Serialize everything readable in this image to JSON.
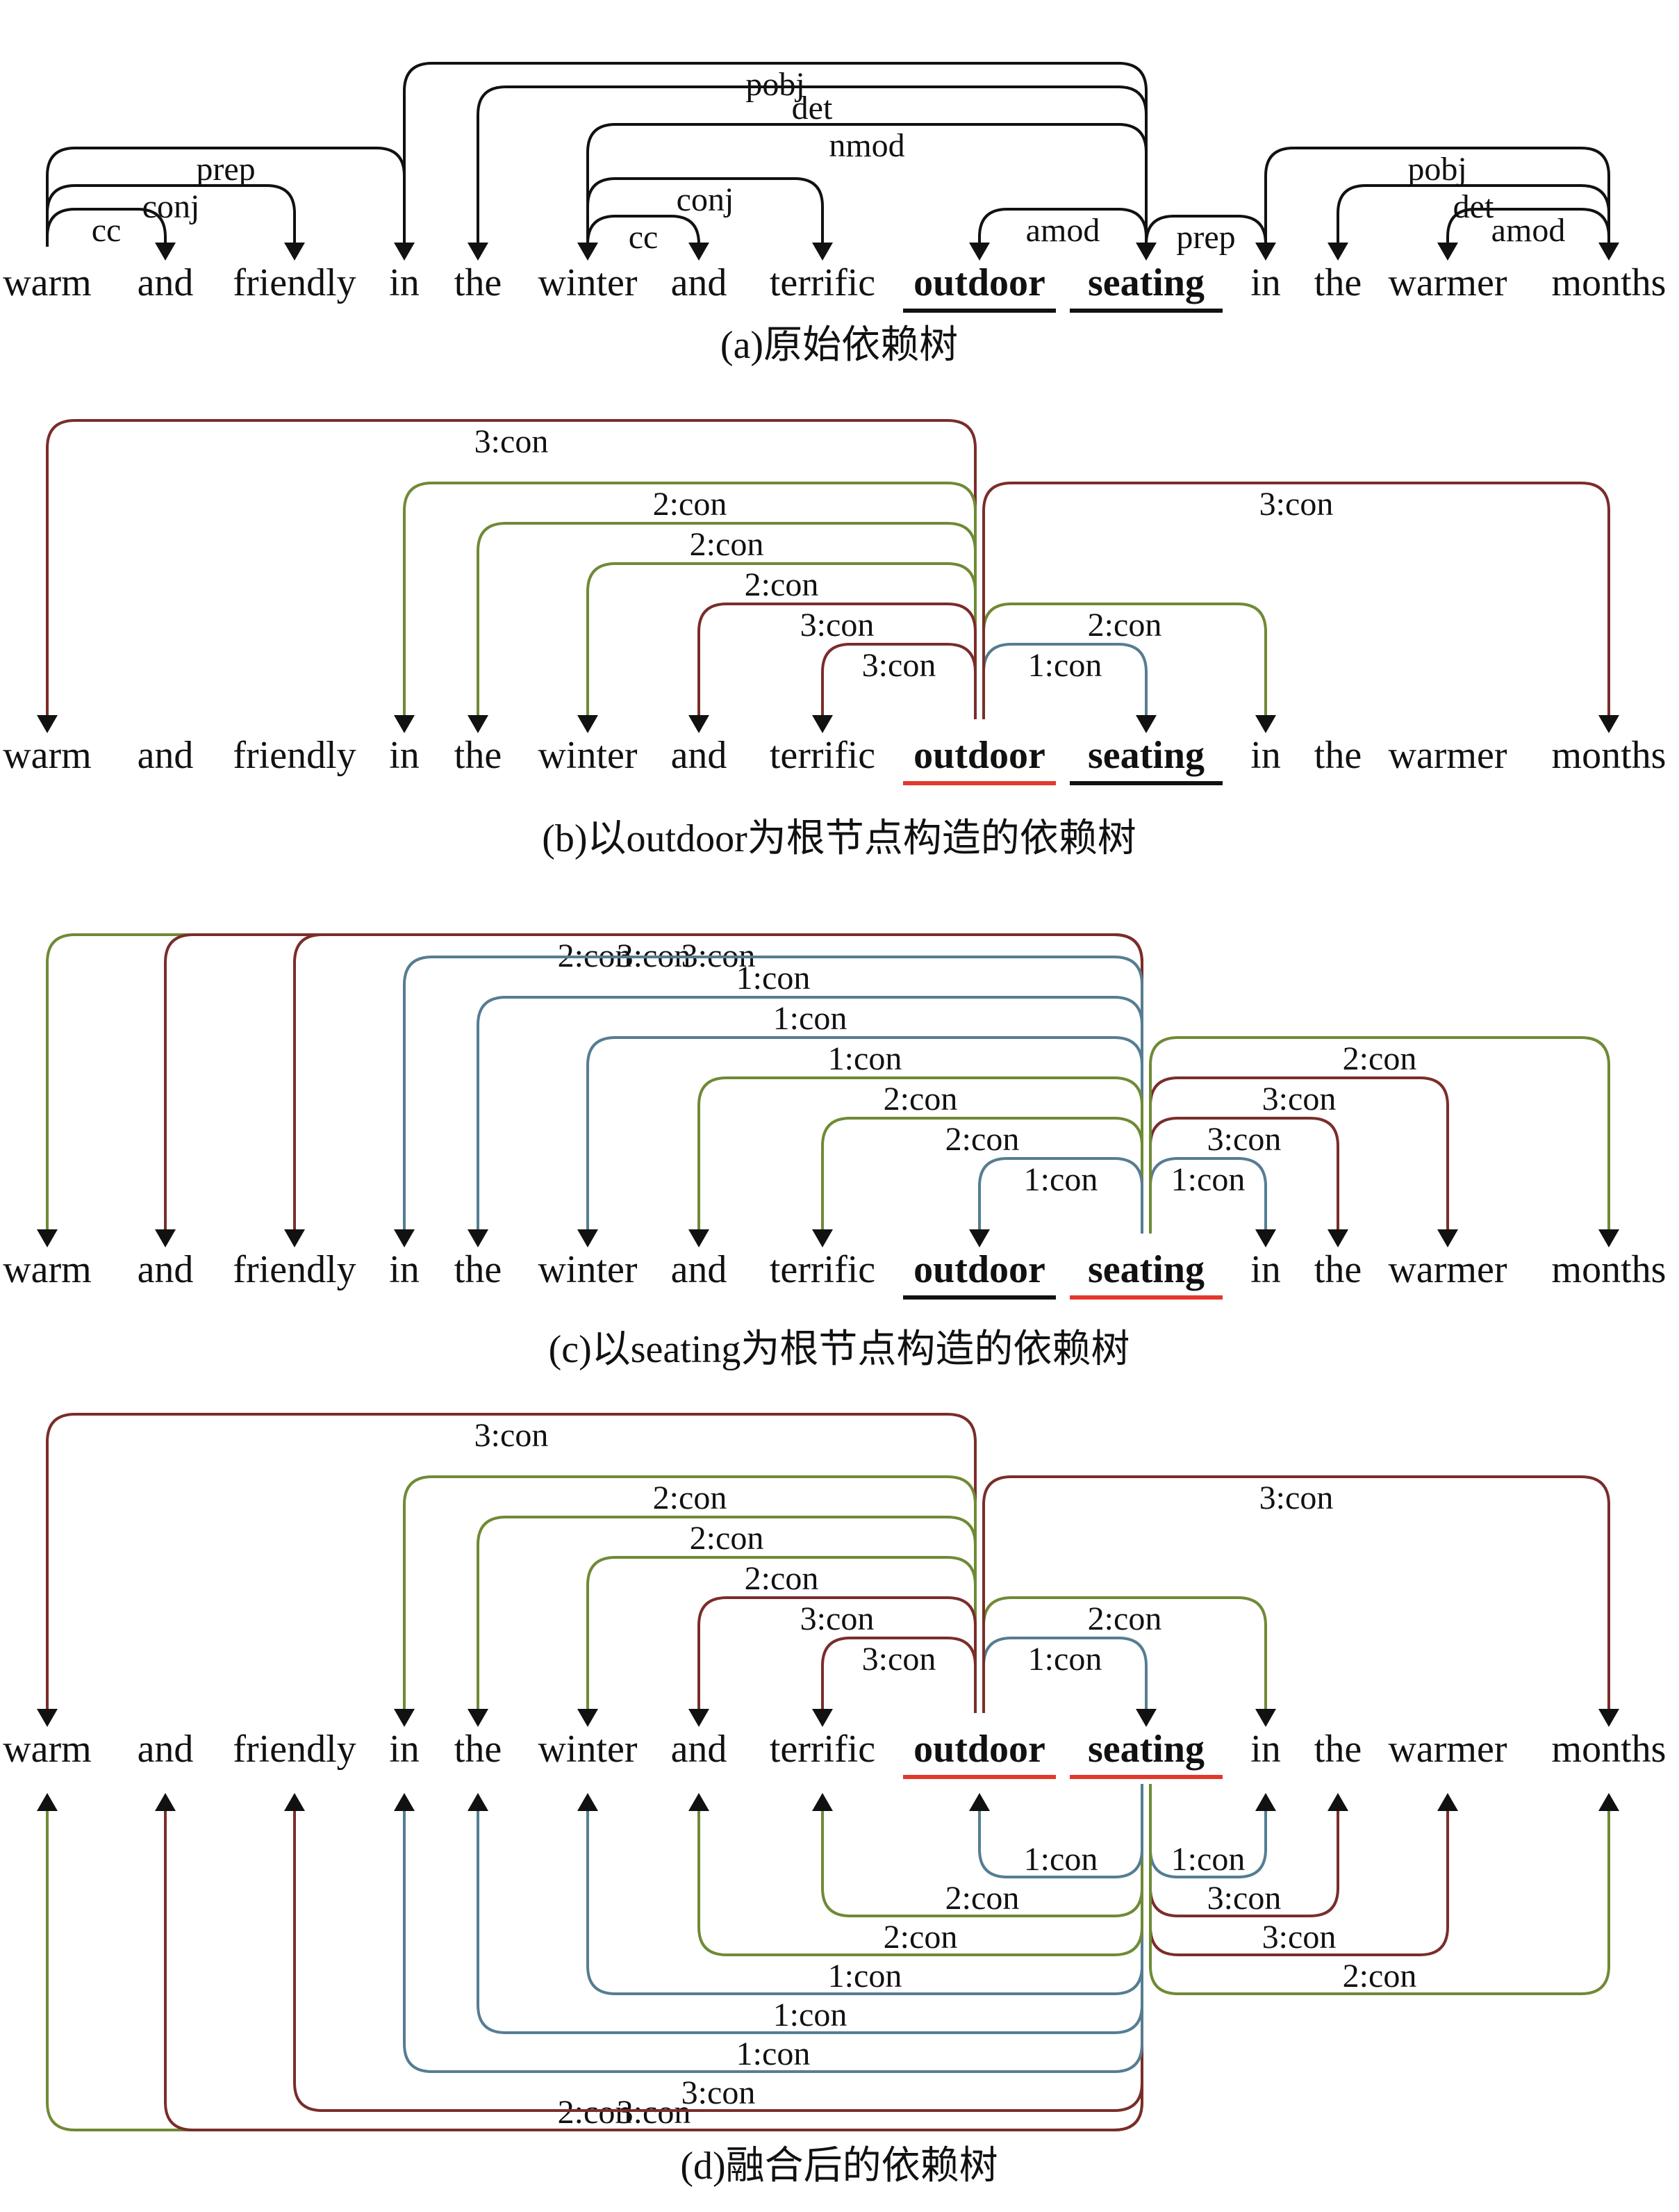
{
  "colors": {
    "black": "#111111",
    "hop1": "#557d92",
    "hop2": "#6f8a35",
    "hop3": "#7a2d2a",
    "highlight": "#e3382c"
  },
  "panels": [
    {
      "caption": "(a)原始依赖树",
      "tokens": [
        "warm",
        "and",
        "friendly",
        "in",
        "the",
        "winter",
        "and",
        "terrific",
        "outdoor",
        "seating",
        "in",
        "the",
        "warmer",
        "months"
      ],
      "bold": [
        8,
        9
      ],
      "red": [],
      "underline": [
        8,
        9
      ],
      "arcs": [
        {
          "from": 0,
          "to": 3,
          "label": "prep",
          "hop": 0
        },
        {
          "from": 0,
          "to": 2,
          "label": "conj",
          "hop": 0
        },
        {
          "from": 0,
          "to": 1,
          "label": "cc",
          "hop": 0
        },
        {
          "from": 3,
          "to": 9,
          "label": "pobj",
          "hop": 0
        },
        {
          "from": 9,
          "to": 4,
          "label": "det",
          "hop": 0
        },
        {
          "from": 9,
          "to": 5,
          "label": "nmod",
          "hop": 0
        },
        {
          "from": 5,
          "to": 7,
          "label": "conj",
          "hop": 0
        },
        {
          "from": 5,
          "to": 6,
          "label": "cc",
          "hop": 0
        },
        {
          "from": 9,
          "to": 8,
          "label": "amod",
          "hop": 0
        },
        {
          "from": 9,
          "to": 10,
          "label": "prep",
          "hop": 0
        },
        {
          "from": 10,
          "to": 13,
          "label": "pobj",
          "hop": 0
        },
        {
          "from": 13,
          "to": 11,
          "label": "det",
          "hop": 0
        },
        {
          "from": 13,
          "to": 12,
          "label": "amod",
          "hop": 0
        }
      ]
    },
    {
      "caption": "(b)以outdoor为根节点构造的依赖树",
      "tokens": [
        "warm",
        "and",
        "friendly",
        "in",
        "the",
        "winter",
        "and",
        "terrific",
        "outdoor",
        "seating",
        "in",
        "the",
        "warmer",
        "months"
      ],
      "bold": [
        8,
        9
      ],
      "red": [
        8
      ],
      "underline": [
        8,
        9
      ],
      "arcs": [
        {
          "from": 8,
          "to": 0,
          "label": "3:con",
          "hop": 3
        },
        {
          "from": 8,
          "to": 3,
          "label": "2:con",
          "hop": 2
        },
        {
          "from": 8,
          "to": 4,
          "label": "2:con",
          "hop": 2
        },
        {
          "from": 8,
          "to": 5,
          "label": "2:con",
          "hop": 2
        },
        {
          "from": 8,
          "to": 6,
          "label": "3:con",
          "hop": 3
        },
        {
          "from": 8,
          "to": 7,
          "label": "3:con",
          "hop": 3
        },
        {
          "from": 8,
          "to": 9,
          "label": "1:con",
          "hop": 1
        },
        {
          "from": 8,
          "to": 10,
          "label": "2:con",
          "hop": 2
        },
        {
          "from": 8,
          "to": 13,
          "label": "3:con",
          "hop": 3
        }
      ]
    },
    {
      "caption": "(c)以seating为根节点构造的依赖树",
      "tokens": [
        "warm",
        "and",
        "friendly",
        "in",
        "the",
        "winter",
        "and",
        "terrific",
        "outdoor",
        "seating",
        "in",
        "the",
        "warmer",
        "months"
      ],
      "bold": [
        8,
        9
      ],
      "red": [
        9
      ],
      "underline": [
        8,
        9
      ],
      "arcs": [
        {
          "from": 9,
          "to": 0,
          "label": "2:con",
          "hop": 2
        },
        {
          "from": 9,
          "to": 1,
          "label": "3:con",
          "hop": 3
        },
        {
          "from": 9,
          "to": 2,
          "label": "3:con",
          "hop": 3
        },
        {
          "from": 9,
          "to": 3,
          "label": "1:con",
          "hop": 1
        },
        {
          "from": 9,
          "to": 4,
          "label": "1:con",
          "hop": 1
        },
        {
          "from": 9,
          "to": 5,
          "label": "1:con",
          "hop": 1
        },
        {
          "from": 9,
          "to": 6,
          "label": "2:con",
          "hop": 2
        },
        {
          "from": 9,
          "to": 7,
          "label": "2:con",
          "hop": 2
        },
        {
          "from": 9,
          "to": 8,
          "label": "1:con",
          "hop": 1
        },
        {
          "from": 9,
          "to": 10,
          "label": "1:con",
          "hop": 1
        },
        {
          "from": 9,
          "to": 11,
          "label": "3:con",
          "hop": 3
        },
        {
          "from": 9,
          "to": 12,
          "label": "3:con",
          "hop": 3
        },
        {
          "from": 9,
          "to": 13,
          "label": "2:con",
          "hop": 2
        }
      ]
    },
    {
      "caption": "(d)融合后的依赖树",
      "tokens": [
        "warm",
        "and",
        "friendly",
        "in",
        "the",
        "winter",
        "and",
        "terrific",
        "outdoor",
        "seating",
        "in",
        "the",
        "warmer",
        "months"
      ],
      "bold": [
        8,
        9
      ],
      "red": [
        8,
        9
      ],
      "underline": [
        8,
        9
      ],
      "arcs_above": [
        {
          "from": 8,
          "to": 0,
          "label": "3:con",
          "hop": 3
        },
        {
          "from": 8,
          "to": 3,
          "label": "2:con",
          "hop": 2
        },
        {
          "from": 8,
          "to": 4,
          "label": "2:con",
          "hop": 2
        },
        {
          "from": 8,
          "to": 5,
          "label": "2:con",
          "hop": 2
        },
        {
          "from": 8,
          "to": 6,
          "label": "3:con",
          "hop": 3
        },
        {
          "from": 8,
          "to": 7,
          "label": "3:con",
          "hop": 3
        },
        {
          "from": 8,
          "to": 9,
          "label": "1:con",
          "hop": 1
        },
        {
          "from": 8,
          "to": 10,
          "label": "2:con",
          "hop": 2
        },
        {
          "from": 8,
          "to": 13,
          "label": "3:con",
          "hop": 3
        }
      ],
      "arcs_below": [
        {
          "from": 9,
          "to": 0,
          "label": "2:con",
          "hop": 2
        },
        {
          "from": 9,
          "to": 1,
          "label": "3:con",
          "hop": 3
        },
        {
          "from": 9,
          "to": 2,
          "label": "3:con",
          "hop": 3
        },
        {
          "from": 9,
          "to": 3,
          "label": "1:con",
          "hop": 1
        },
        {
          "from": 9,
          "to": 4,
          "label": "1:con",
          "hop": 1
        },
        {
          "from": 9,
          "to": 5,
          "label": "1:con",
          "hop": 1
        },
        {
          "from": 9,
          "to": 6,
          "label": "2:con",
          "hop": 2
        },
        {
          "from": 9,
          "to": 7,
          "label": "2:con",
          "hop": 2
        },
        {
          "from": 9,
          "to": 8,
          "label": "1:con",
          "hop": 1
        },
        {
          "from": 9,
          "to": 10,
          "label": "1:con",
          "hop": 1
        },
        {
          "from": 9,
          "to": 11,
          "label": "3:con",
          "hop": 3
        },
        {
          "from": 9,
          "to": 12,
          "label": "3:con",
          "hop": 3
        },
        {
          "from": 9,
          "to": 13,
          "label": "2:con",
          "hop": 2
        }
      ]
    }
  ]
}
